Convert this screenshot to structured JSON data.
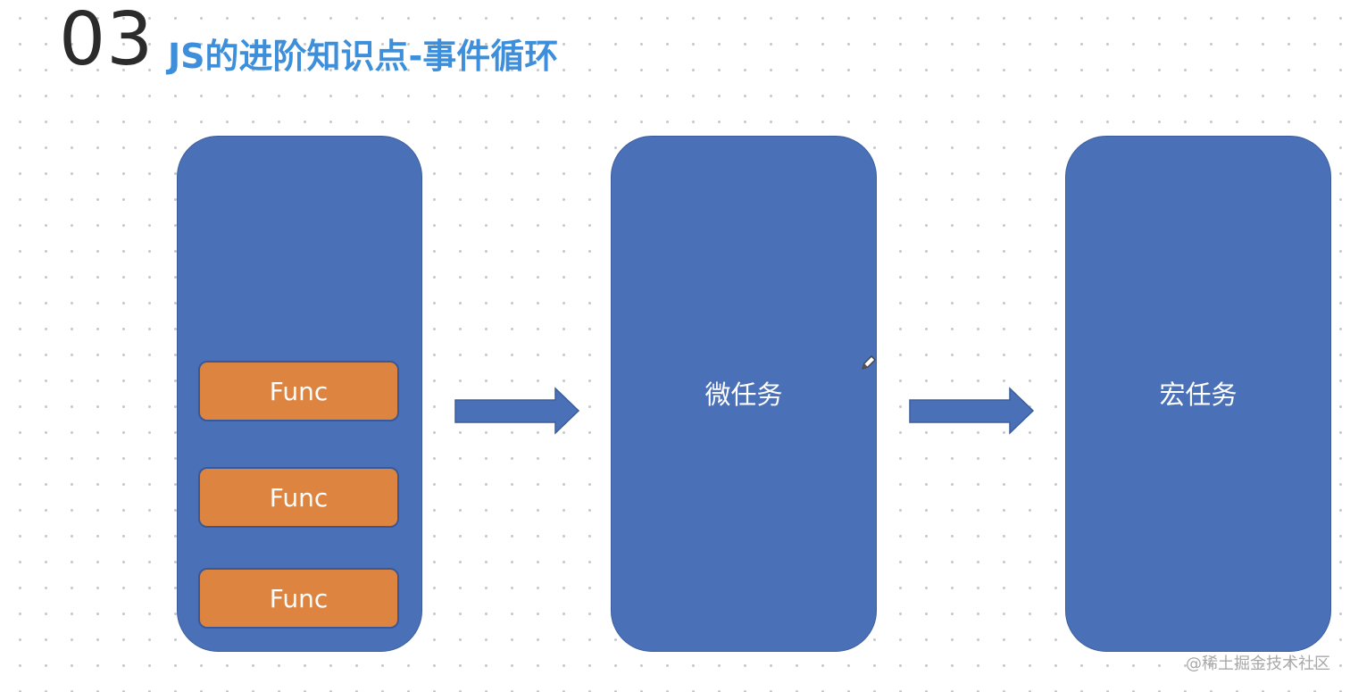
{
  "slide": {
    "number": "03",
    "title": "JS的进阶知识点-事件循环"
  },
  "columns": {
    "stack": {
      "items": [
        "Func",
        "Func",
        "Func"
      ]
    },
    "microtask": {
      "label": "微任务"
    },
    "macrotask": {
      "label": "宏任务"
    }
  },
  "watermark": "@稀土掘金技术社区",
  "colors": {
    "column_fill": "#4a70b8",
    "func_fill": "#dd8441",
    "title": "#3d8fdc",
    "arrow": "#4a70b8"
  },
  "icons": {
    "arrow": "right-arrow-icon",
    "cursor": "pencil-cursor-icon"
  }
}
